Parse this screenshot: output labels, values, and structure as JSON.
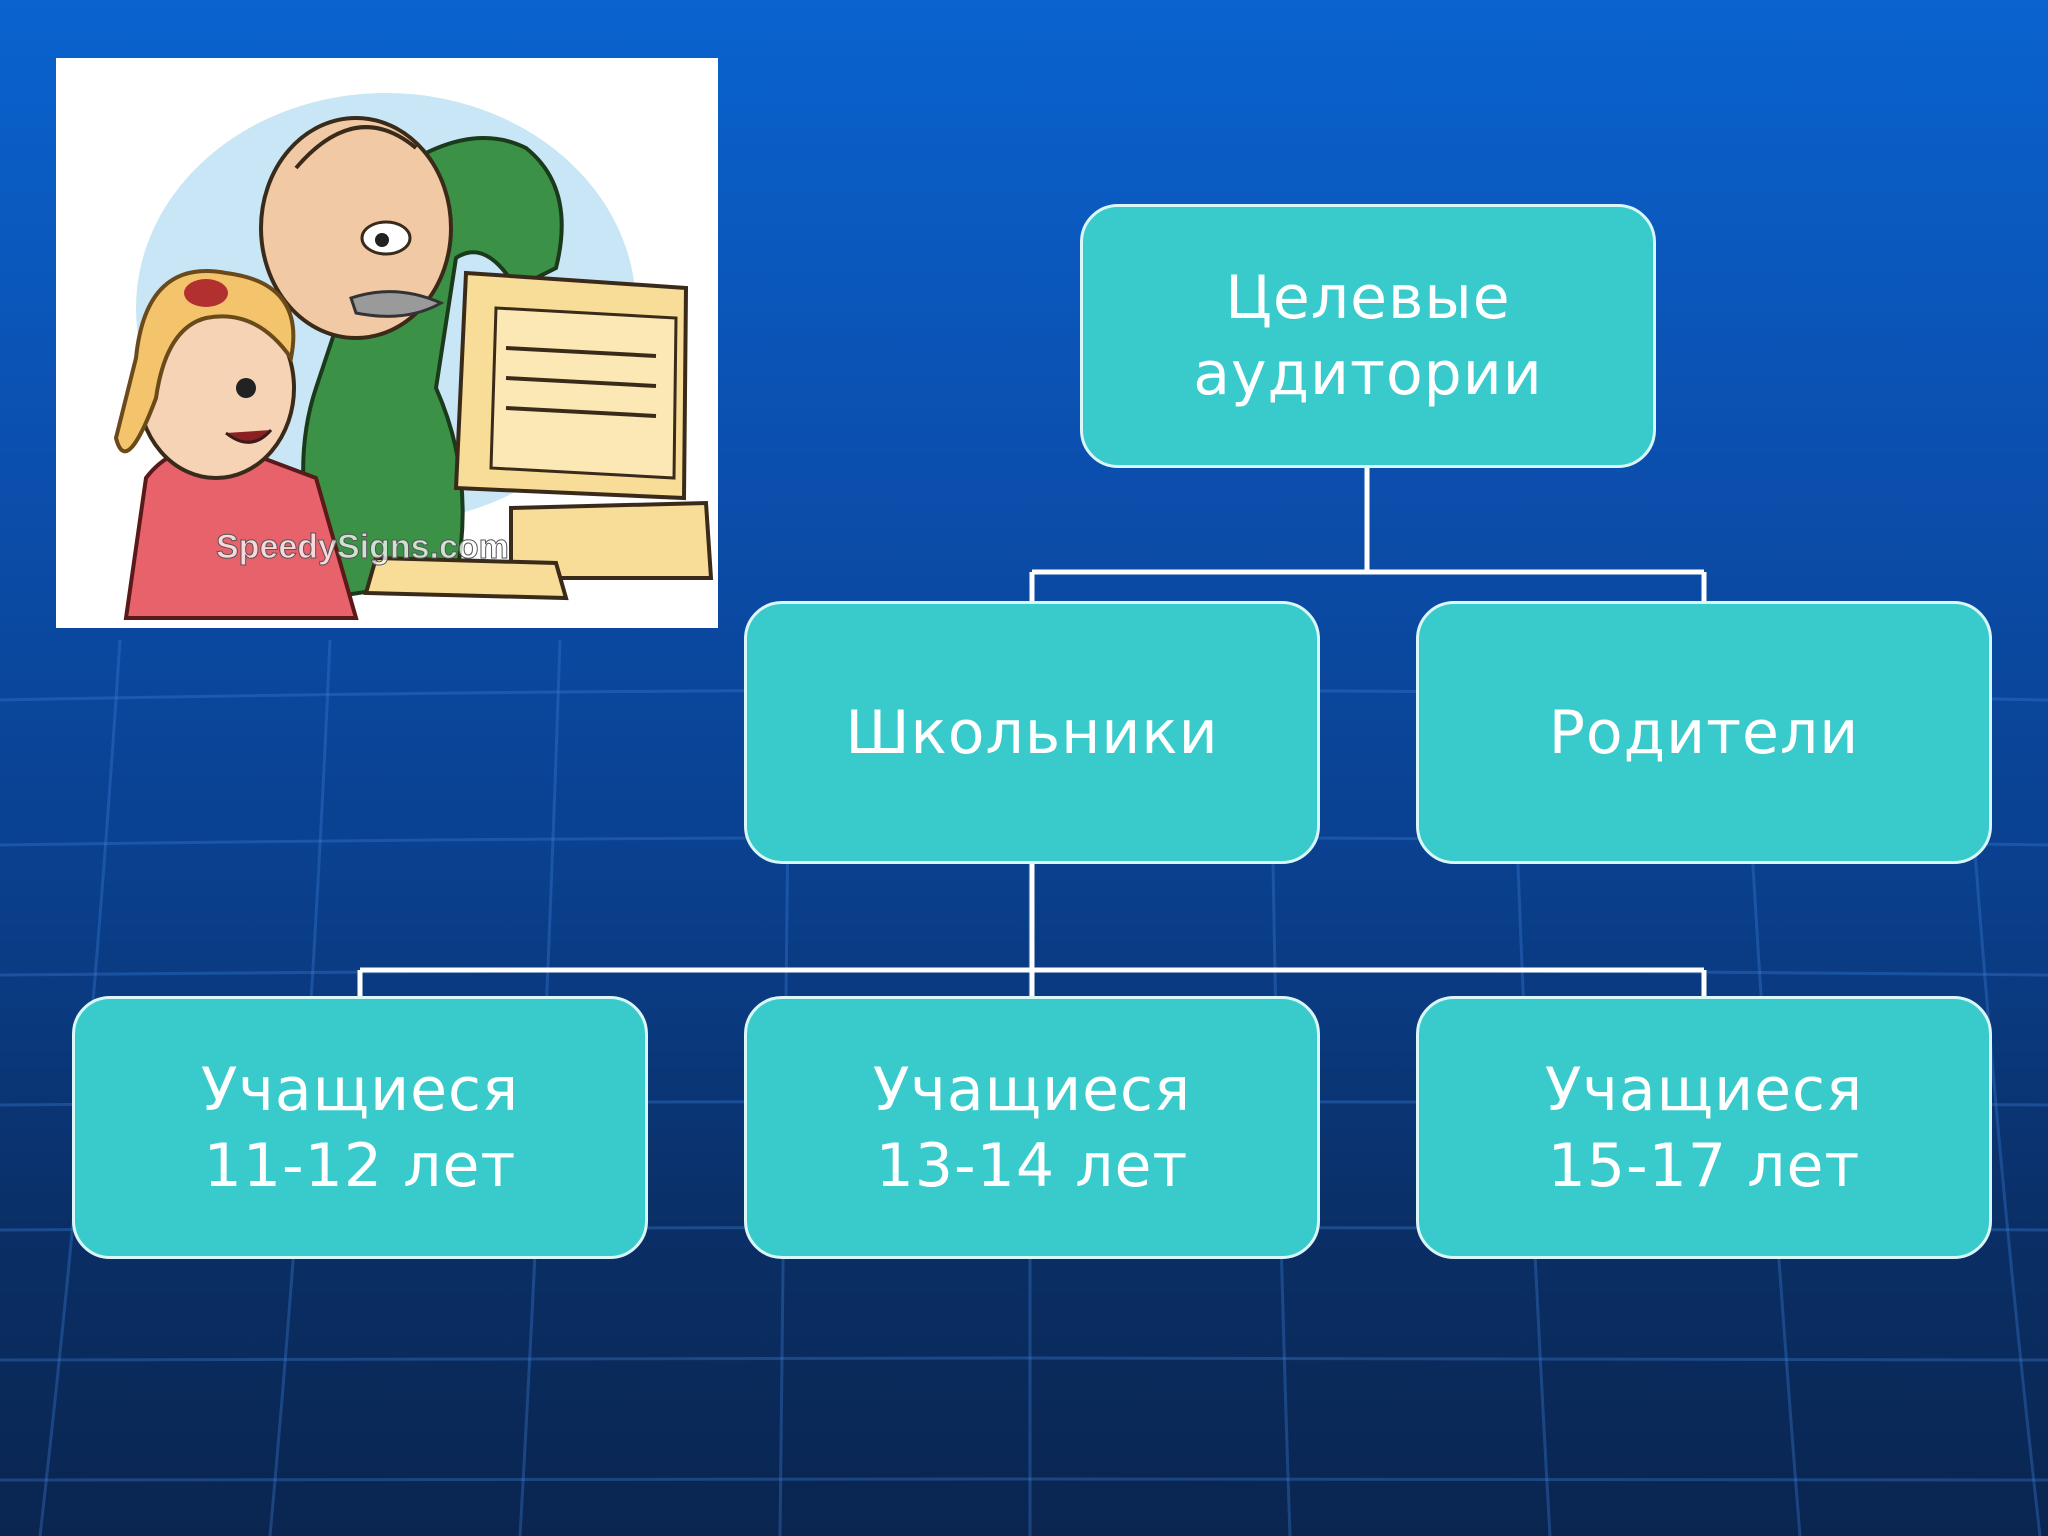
{
  "slide": {
    "background_color": "#0a4fae",
    "illustration": {
      "description_icon": "grandfather-and-girl-at-computer-clipart",
      "watermark": "SpeedySigns.com"
    }
  },
  "diagram": {
    "box_fill": "#39cbcc",
    "box_border": "#d9f7f7",
    "connector_color": "#ffffff",
    "root": {
      "label": "Целевые\nаудитории"
    },
    "level2": [
      {
        "label": "Школьники"
      },
      {
        "label": "Родители"
      }
    ],
    "level3": [
      {
        "label": "Учащиеся\n 11-12 лет"
      },
      {
        "label": "Учащиеся\n 13-14 лет"
      },
      {
        "label": "Учащиеся\n15-17 лет"
      }
    ]
  }
}
